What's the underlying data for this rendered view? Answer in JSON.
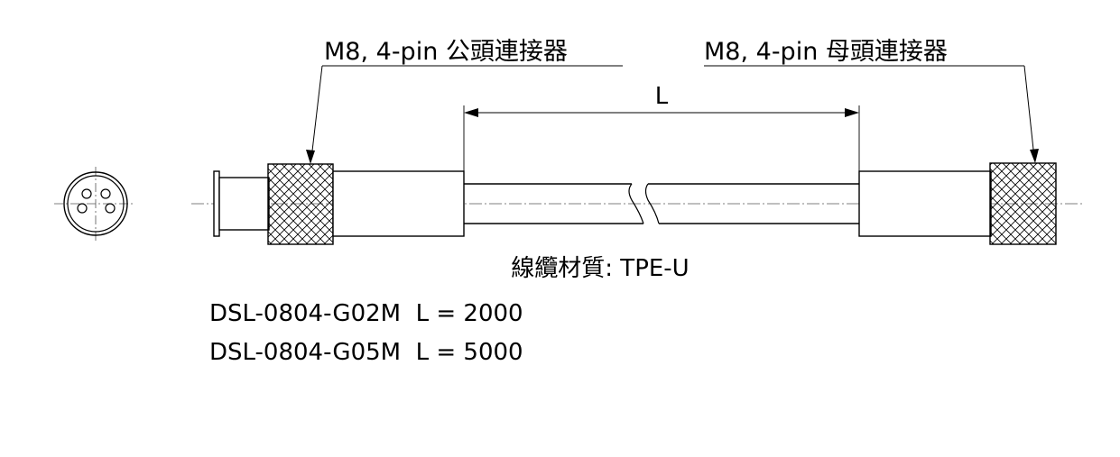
{
  "drawing": {
    "male_connector_label": "M8, 4-pin 公頭連接器",
    "female_connector_label": "M8, 4-pin 母頭連接器",
    "length_symbol": "L",
    "cable_material": "線纜材質: TPE-U",
    "models": [
      {
        "text": "DSL-0804-G02M  L = 2000"
      },
      {
        "text": "DSL-0804-G05M  L = 5000"
      }
    ],
    "connector_pin_count": 4
  }
}
